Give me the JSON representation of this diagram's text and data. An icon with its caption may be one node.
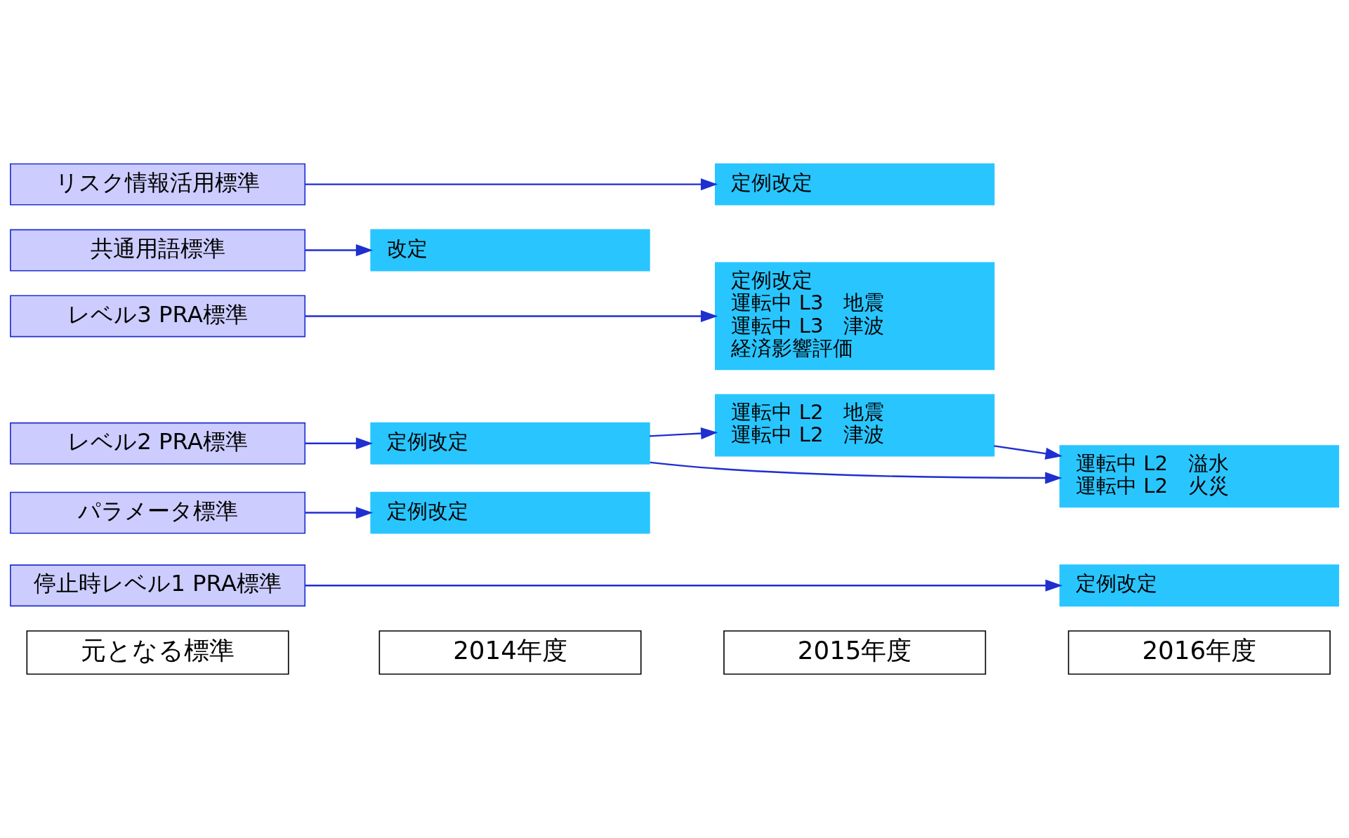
{
  "diagram": {
    "nodes": [
      {
        "text": [
          "元となる標準"
        ]
      },
      {
        "text": [
          "2014年度"
        ]
      },
      {
        "text": [
          "2015年度"
        ]
      },
      {
        "text": [
          "2016年度"
        ]
      },
      {
        "text": [
          "停止時レベル1 PRA標準"
        ]
      },
      {
        "text": [
          "定例改定"
        ]
      },
      {
        "text": [
          "パラメータ標準"
        ]
      },
      {
        "text": [
          "定例改定"
        ]
      },
      {
        "text": [
          "レベル2 PRA標準"
        ]
      },
      {
        "text": [
          "定例改定"
        ]
      },
      {
        "text": [
          "運転中 L2　地震",
          "運転中 L2　津波"
        ]
      },
      {
        "text": [
          "運転中 L2　溢水",
          "運転中 L2　火災"
        ]
      },
      {
        "text": [
          "レベル3 PRA標準"
        ]
      },
      {
        "text": [
          "定例改定",
          "運転中 L3　地震",
          "運転中 L3　津波",
          "経済影響評価"
        ]
      },
      {
        "text": [
          "共通用語標準"
        ]
      },
      {
        "text": [
          "改定"
        ]
      },
      {
        "text": [
          "リスク情報活用標準"
        ]
      },
      {
        "text": [
          "定例改定"
        ]
      }
    ],
    "edges": [
      {
        "from": 4,
        "to": 5,
        "arrow": "to"
      },
      {
        "from": 6,
        "to": 7,
        "arrow": "to"
      },
      {
        "from": 8,
        "to": 9,
        "arrow": "to"
      },
      {
        "from": 9,
        "to": 10,
        "arrow": "to"
      },
      {
        "from": 9,
        "to": 11,
        "arrow": "to"
      },
      {
        "from": 10,
        "to": 11,
        "arrow": "to"
      },
      {
        "from": 12,
        "to": 13,
        "arrow": "to"
      },
      {
        "from": 14,
        "to": 15,
        "arrow": "to"
      },
      {
        "from": 16,
        "to": 17,
        "arrow": "to"
      }
    ]
  }
}
